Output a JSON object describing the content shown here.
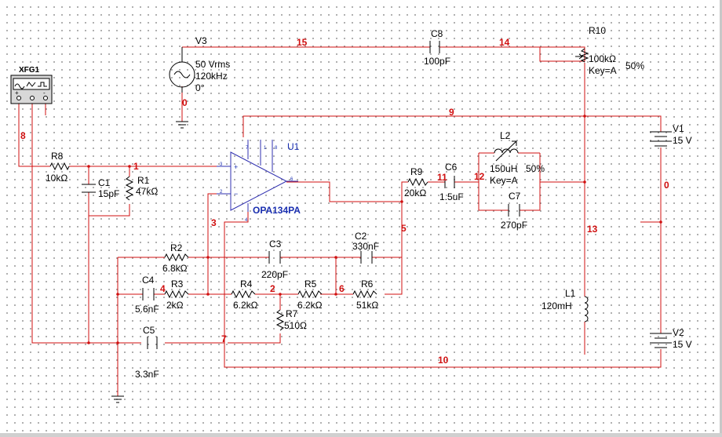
{
  "components": {
    "xfg1": {
      "name": "XFG1",
      "terms": [
        "+",
        "",
        "-"
      ]
    },
    "v3": {
      "name": "V3",
      "amp": "50 Vrms",
      "freq": "120kHz",
      "phase": "0°"
    },
    "c8": {
      "name": "C8",
      "value": "100pF"
    },
    "r10": {
      "name": "R10",
      "value": "100kΩ",
      "key": "Key=A",
      "pct": "50%"
    },
    "v1": {
      "name": "V1",
      "value": "15 V"
    },
    "v2": {
      "name": "V2",
      "value": "15 V"
    },
    "r8": {
      "name": "R8",
      "value": "10kΩ"
    },
    "c1": {
      "name": "C1",
      "value": "15pF"
    },
    "r1": {
      "name": "R1",
      "value": "47kΩ"
    },
    "u1": {
      "name": "U1",
      "model": "OPA134PA",
      "pins": [
        "7",
        "1",
        "8",
        "3",
        "2",
        "6",
        "4"
      ]
    },
    "r9": {
      "name": "R9",
      "value": "20kΩ"
    },
    "c6": {
      "name": "C6",
      "value": "1.5uF"
    },
    "l2": {
      "name": "L2",
      "value": "150uH",
      "key": "Key=A",
      "pct": "50%"
    },
    "c7": {
      "name": "C7",
      "value": "270pF"
    },
    "r2": {
      "name": "R2",
      "value": "6.8kΩ"
    },
    "c3": {
      "name": "C3",
      "value": "220pF"
    },
    "c2": {
      "name": "C2",
      "value": "330nF"
    },
    "c4": {
      "name": "C4",
      "value": "5.6nF"
    },
    "r3": {
      "name": "R3",
      "value": "2kΩ"
    },
    "r4": {
      "name": "R4",
      "value": "6.2kΩ"
    },
    "r5": {
      "name": "R5",
      "value": "6.2kΩ"
    },
    "r6": {
      "name": "R6",
      "value": "51kΩ"
    },
    "r7": {
      "name": "R7",
      "value": "510Ω"
    },
    "c5": {
      "name": "C5",
      "value": "3.3nF"
    },
    "l1": {
      "name": "L1",
      "value": "120mH"
    }
  },
  "nets": {
    "n15": "15",
    "n14": "14",
    "n0a": "0",
    "n9": "9",
    "n8": "8",
    "n1": "1",
    "n0b": "0",
    "n11": "11",
    "n12": "12",
    "n3": "3",
    "n5": "5",
    "n13": "13",
    "n4": "4",
    "n2": "2",
    "n6": "6",
    "n7": "7",
    "n10": "10"
  },
  "colors": {
    "wire": "#d01010",
    "part": "#000000",
    "opamp": "#3030b0",
    "label_blue": "#1a2fb0"
  }
}
